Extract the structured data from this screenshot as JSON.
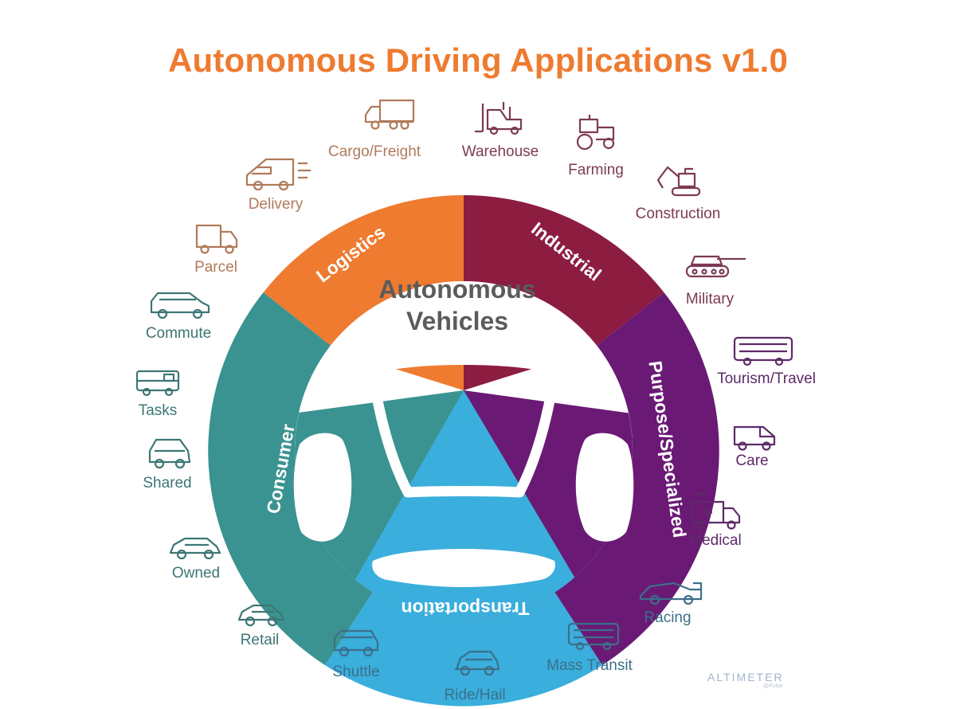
{
  "title": "Autonomous Driving Applications v1.0",
  "center": {
    "line1": "Autonomous",
    "line2": "Vehicles"
  },
  "segments": {
    "logistics": {
      "label": "Logistics",
      "color": "#ee7b30"
    },
    "industrial": {
      "label": "Industrial",
      "color": "#8c1d40"
    },
    "purpose": {
      "label": "Purpose/Specialized",
      "color": "#6a1a74"
    },
    "transportation": {
      "label": "Transportation",
      "color": "#3aaedc"
    },
    "consumer": {
      "label": "Consumer",
      "color": "#3a9390"
    }
  },
  "items": {
    "cargo": {
      "label": "Cargo/Freight",
      "icon": "truck-icon"
    },
    "warehouse": {
      "label": "Warehouse",
      "icon": "forklift-icon"
    },
    "farming": {
      "label": "Farming",
      "icon": "tractor-icon"
    },
    "construction": {
      "label": "Construction",
      "icon": "excavator-icon"
    },
    "delivery": {
      "label": "Delivery",
      "icon": "delivery-van-icon"
    },
    "parcel": {
      "label": "Parcel",
      "icon": "box-truck-icon"
    },
    "military": {
      "label": "Military",
      "icon": "tank-icon"
    },
    "commute": {
      "label": "Commute",
      "icon": "suv-icon"
    },
    "tourism": {
      "label": "Tourism/Travel",
      "icon": "coach-bus-icon"
    },
    "tasks": {
      "label": "Tasks",
      "icon": "rv-icon"
    },
    "care": {
      "label": "Care",
      "icon": "van-icon"
    },
    "shared": {
      "label": "Shared",
      "icon": "small-car-icon"
    },
    "medical": {
      "label": "Medical",
      "icon": "ambulance-icon"
    },
    "owned": {
      "label": "Owned",
      "icon": "sedan-icon"
    },
    "racing": {
      "label": "Racing",
      "icon": "race-car-icon"
    },
    "retail": {
      "label": "Retail",
      "icon": "car-icon"
    },
    "mass_transit": {
      "label": "Mass Transit",
      "icon": "bus-icon"
    },
    "shuttle": {
      "label": "Shuttle",
      "icon": "shuttle-icon"
    },
    "ride_hail": {
      "label": "Ride/Hail",
      "icon": "compact-car-icon"
    }
  },
  "colors": {
    "title": "#ee7b30",
    "logistics_items": "#b07a5a",
    "industrial_items": "#7d3a55",
    "purpose_items": "#5e2a6a",
    "transport_items": "#3d6f8a",
    "consumer_items": "#3d7675"
  },
  "brand": {
    "name": "ALTIMETER",
    "sub": "@Pulse"
  }
}
